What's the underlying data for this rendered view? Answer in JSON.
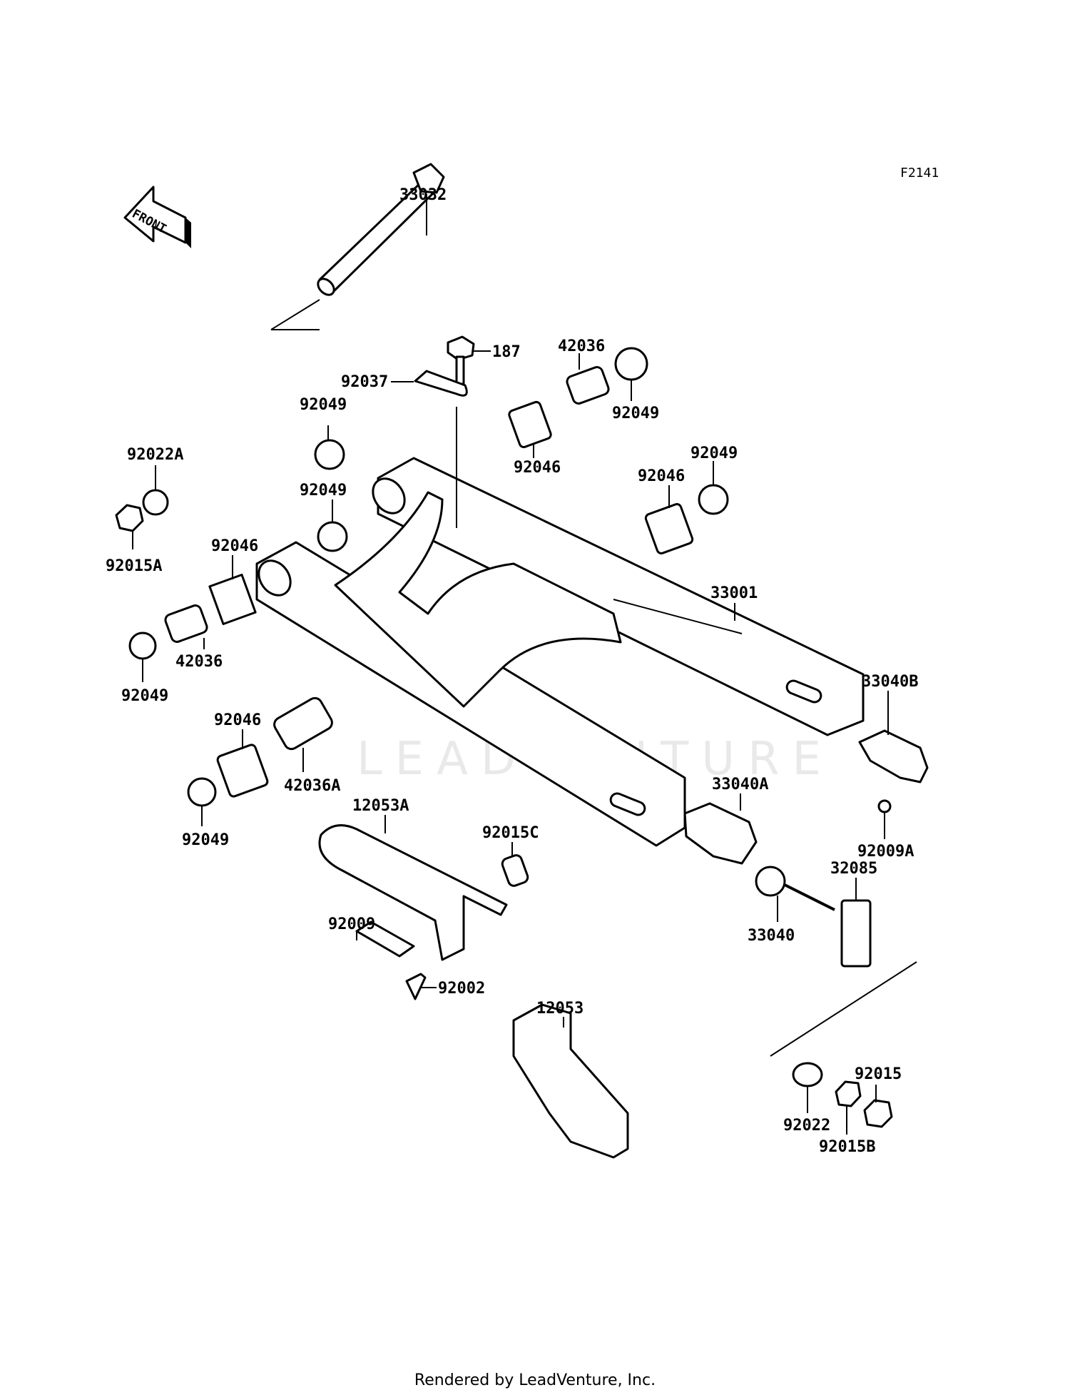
{
  "figure_code": "F2141",
  "front_arrow_label": "FRONT",
  "watermark_text": "LEADVENTURE",
  "footer_text": "Rendered by LeadVenture, Inc.",
  "callouts": {
    "c33032": "33032",
    "c187": "187",
    "c92037": "92037",
    "c42036_top": "42036",
    "c92049_top_right": "92049",
    "c92049_upper": "92049",
    "c92046_upper": "92046",
    "c92049_right": "92049",
    "c92046_right": "92046",
    "c92049_mid": "92049",
    "c92022A": "92022A",
    "c92015A": "92015A",
    "c92046_left": "92046",
    "c42036_left": "42036",
    "c92049_left": "92049",
    "c33001": "33001",
    "c33040B": "33040B",
    "c92046_low": "92046",
    "c42036A": "42036A",
    "c92049_low": "92049",
    "c12053A": "12053A",
    "c92015C": "92015C",
    "c33040A": "33040A",
    "c92009A": "92009A",
    "c32085": "32085",
    "c33040": "33040",
    "c92009": "92009",
    "c92002": "92002",
    "c12053": "12053",
    "c92022": "92022",
    "c92015": "92015",
    "c92015B": "92015B"
  }
}
